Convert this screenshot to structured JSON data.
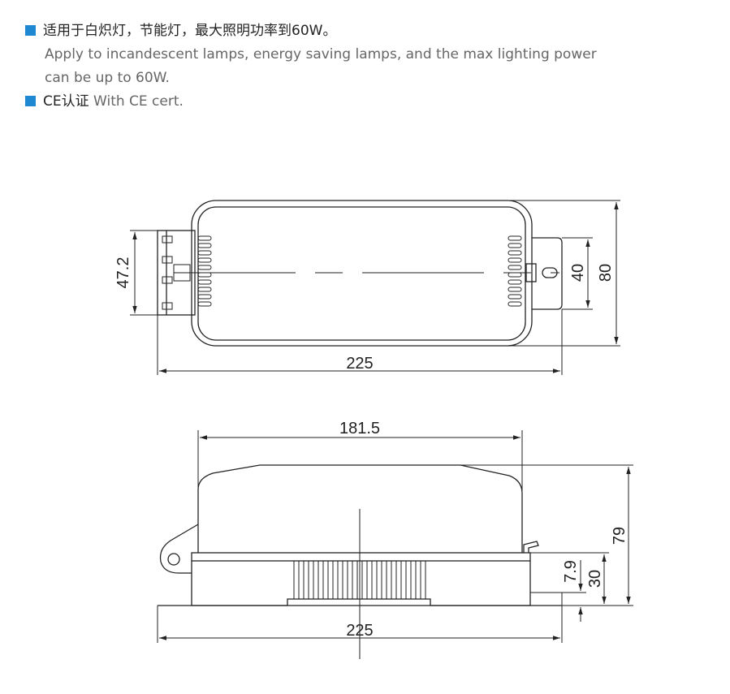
{
  "specs": [
    {
      "zh": "适用于白炽灯，节能灯，最大照明功率到60W。",
      "en_line1": "Apply to incandescent lamps, energy saving lamps, and the max lighting power",
      "en_line2": "can be up to 60W."
    },
    {
      "zh": "CE认证",
      "en": "With CE cert."
    }
  ],
  "top_view": {
    "dim_width": "225",
    "dim_connector": "47.2",
    "dim_tab": "40",
    "dim_height": "80"
  },
  "side_view": {
    "dim_body": "181.5",
    "dim_width": "225",
    "dim_height": "79",
    "dim_base": "30",
    "dim_flange": "7.9"
  },
  "colors": {
    "bullet": "#1e88d2",
    "line": "#222222"
  }
}
